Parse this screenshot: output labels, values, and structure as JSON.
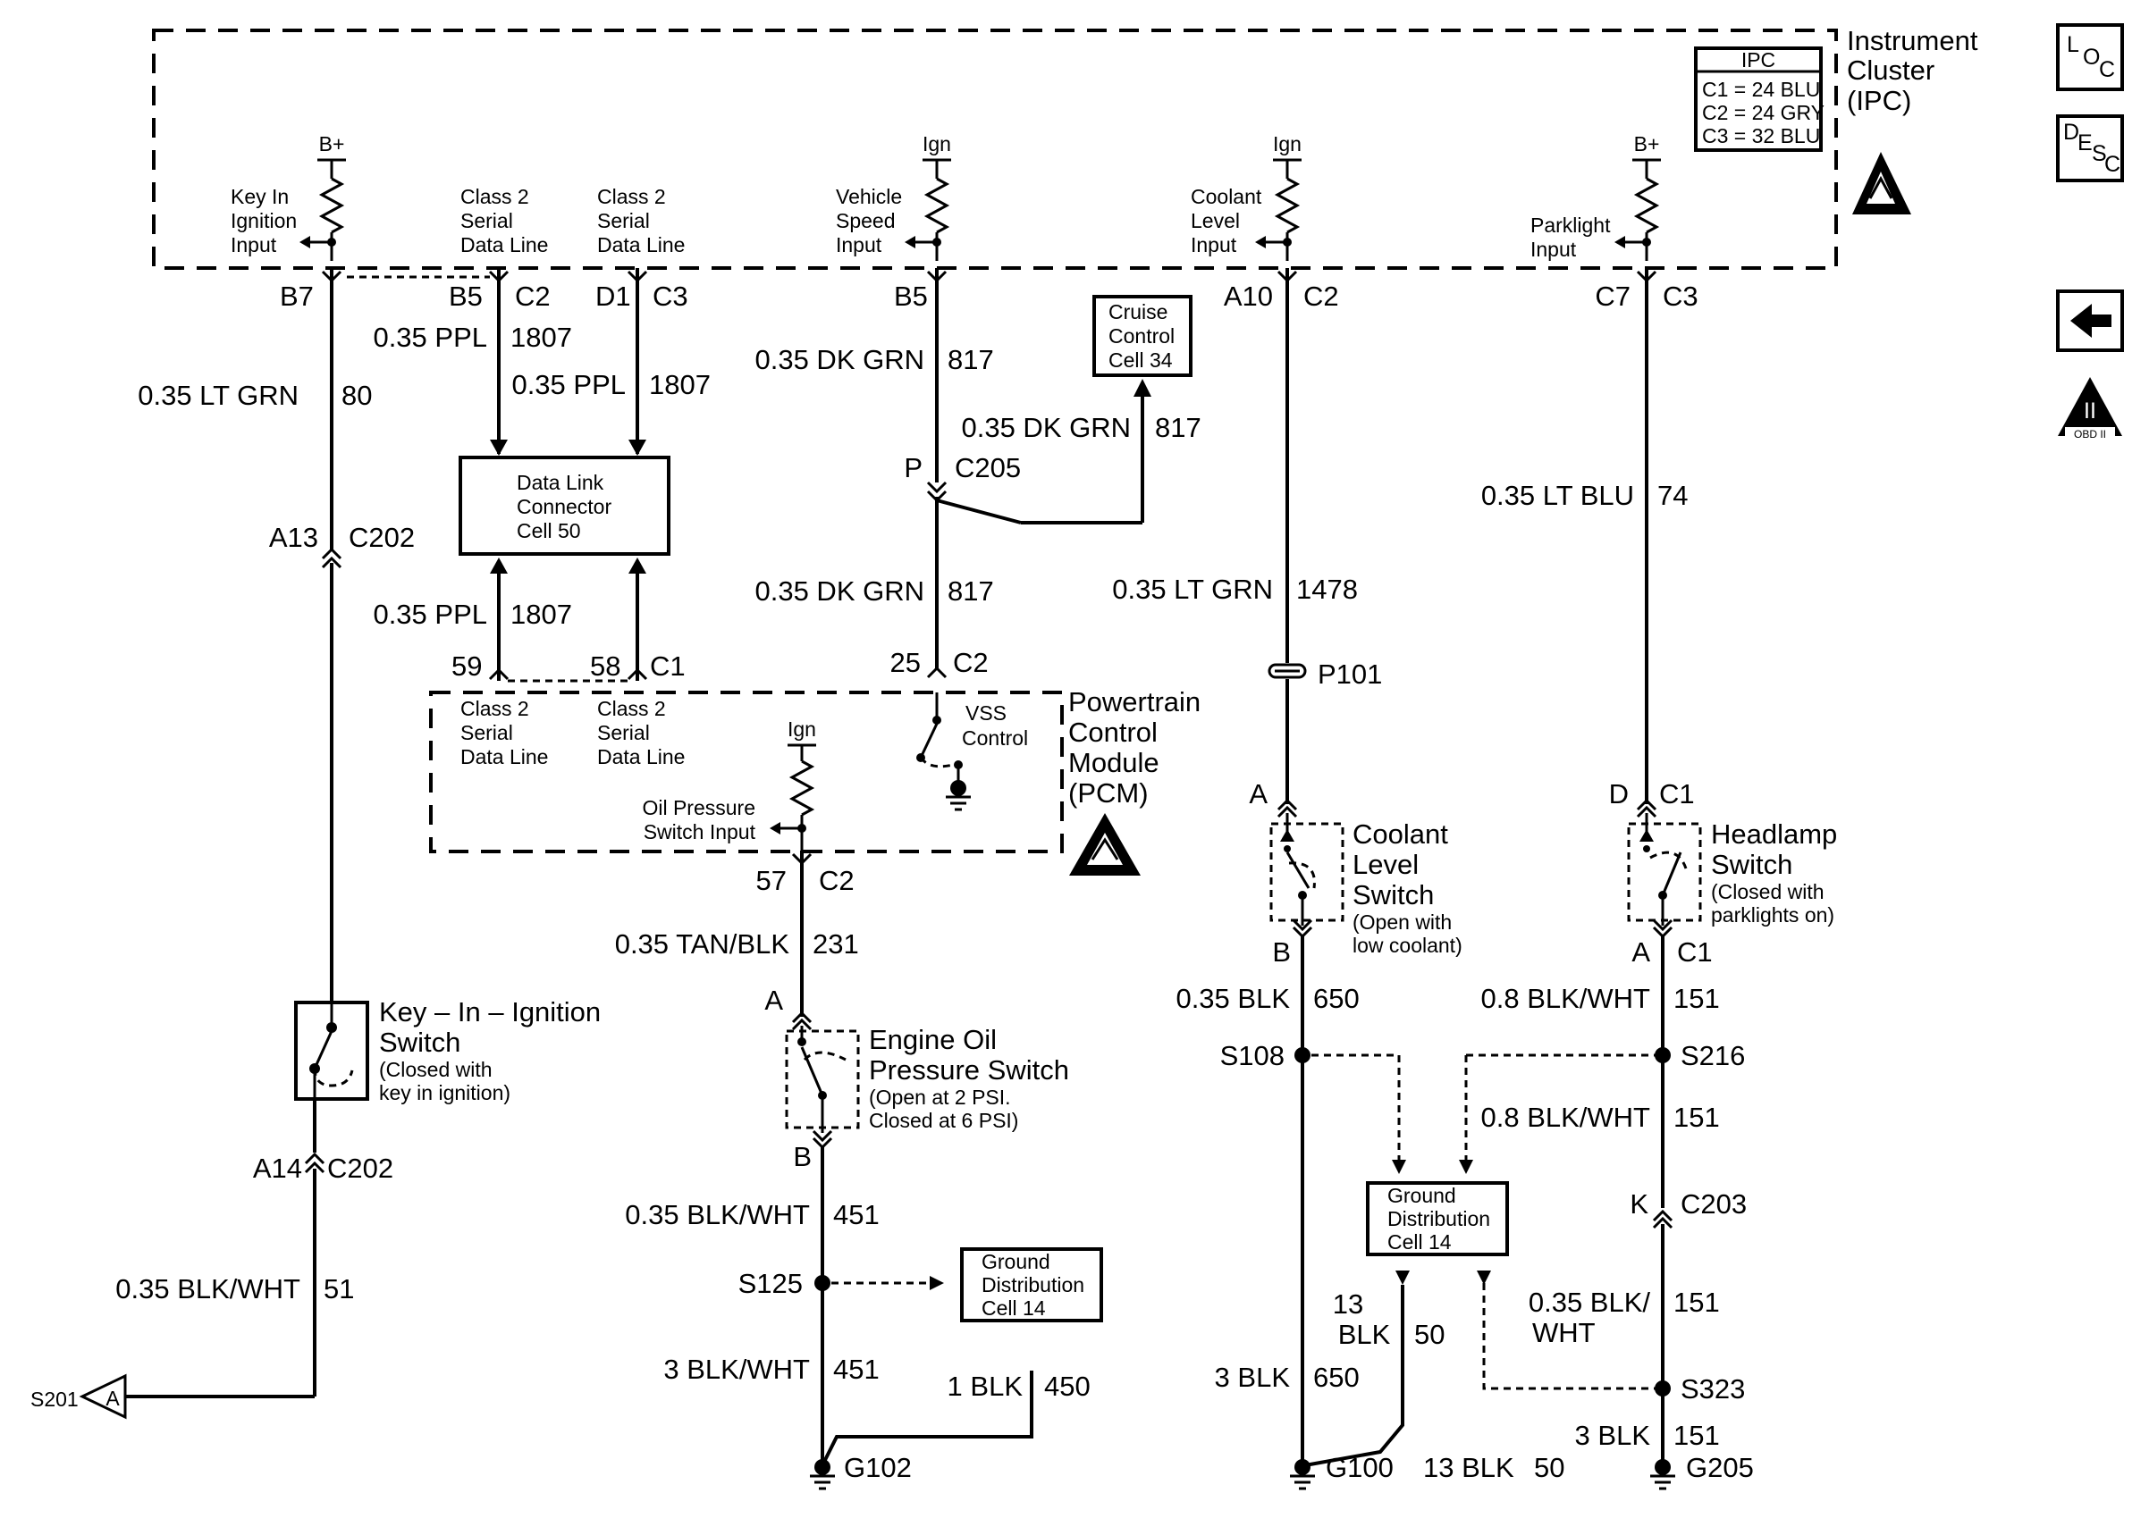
{
  "ipc": {
    "title_lines": [
      "Instrument",
      "Cluster",
      "(IPC)"
    ],
    "legend_title": "IPC",
    "legend": [
      "C1 = 24 BLU",
      "C2 = 24 GRY",
      "C3 = 32 BLU"
    ],
    "key_in_input": [
      "Key In",
      "Ignition",
      "Input"
    ],
    "class2_a": [
      "Class 2",
      "Serial",
      "Data Line"
    ],
    "class2_b": [
      "Class 2",
      "Serial",
      "Data Line"
    ],
    "vss_input": [
      "Vehicle",
      "Speed",
      "Input"
    ],
    "coolant_input": [
      "Coolant",
      "Level",
      "Input"
    ],
    "parklight_input": [
      "Parklight",
      "Input"
    ],
    "supply_bplus": "B+",
    "supply_ign": "Ign"
  },
  "side_icons": {
    "loc_l": "L",
    "loc_o": "O",
    "loc_c": "C",
    "desc_d": "D",
    "desc_e": "E",
    "desc_s": "S",
    "desc_c": "C",
    "obd_label": "OBD II",
    "obd_numeral": "II"
  },
  "pins": {
    "b7": "B7",
    "b5_c2": [
      "B5",
      "C2"
    ],
    "d1_c3": [
      "D1",
      "C3"
    ],
    "b5": "B5",
    "a10_c2": [
      "A10",
      "C2"
    ],
    "c7_c3": [
      "C7",
      "C3"
    ],
    "a13_c202": [
      "A13",
      "C202"
    ],
    "a14_c202": [
      "A14",
      "C202"
    ],
    "p_c205": [
      "P",
      "C205"
    ],
    "pcm_59": "59",
    "pcm_58_c1": [
      "58",
      "C1"
    ],
    "pcm_25_c2": [
      "25",
      "C2"
    ],
    "pcm_57_c2": [
      "57",
      "C2"
    ],
    "eop_a": "A",
    "eop_b": "B",
    "cls_a": "A",
    "cls_b": "B",
    "hs_d_c1": [
      "D",
      "C1"
    ],
    "hs_a_c1": [
      "A",
      "C1"
    ],
    "k_c203": [
      "K",
      "C203"
    ],
    "p101": "P101"
  },
  "wires": {
    "w80": [
      "0.35 LT GRN",
      "80"
    ],
    "w1807_a": [
      "0.35 PPL",
      "1807"
    ],
    "w1807_b": [
      "0.35 PPL",
      "1807"
    ],
    "w1807_c": [
      "0.35 PPL",
      "1807"
    ],
    "w817_a": [
      "0.35 DK GRN",
      "817"
    ],
    "w817_b": [
      "0.35 DK GRN",
      "817"
    ],
    "w817_c": [
      "0.35 DK GRN",
      "817"
    ],
    "w1478": [
      "0.35 LT GRN",
      "1478"
    ],
    "w74": [
      "0.35 LT BLU",
      "74"
    ],
    "w51": [
      "0.35 BLK/WHT",
      "51"
    ],
    "w231": [
      "0.35 TAN/BLK",
      "231"
    ],
    "w451_a": [
      "0.35 BLK/WHT",
      "451"
    ],
    "w451_b": [
      "3 BLK/WHT",
      "451"
    ],
    "w450": [
      "1 BLK",
      "450"
    ],
    "w650_a": [
      "0.35 BLK",
      "650"
    ],
    "w650_b": [
      "3 BLK",
      "650"
    ],
    "w50_a": [
      "13",
      "BLK",
      "50"
    ],
    "w50_b": [
      "13 BLK",
      "50"
    ],
    "w151_a": [
      "0.8 BLK/WHT",
      "151"
    ],
    "w151_b": [
      "0.8 BLK/WHT",
      "151"
    ],
    "w151_c": [
      "0.35 BLK/",
      "WHT",
      "151"
    ],
    "w151_d": [
      "3 BLK",
      "151"
    ]
  },
  "components": {
    "dlc": [
      "Data Link",
      "Connector",
      "Cell 50"
    ],
    "cruise": [
      "Cruise",
      "Control",
      "Cell 34"
    ],
    "pcm_title": [
      "Powertrain",
      "Control",
      "Module",
      "(PCM)"
    ],
    "pcm_class2_a": [
      "Class 2",
      "Serial",
      "Data Line"
    ],
    "pcm_class2_b": [
      "Class 2",
      "Serial",
      "Data Line"
    ],
    "pcm_vss": [
      "VSS",
      "Control"
    ],
    "pcm_oil": [
      "Oil Pressure",
      "Switch Input"
    ],
    "pcm_ign": "Ign",
    "key_switch": [
      "Key – In – Ignition",
      "Switch",
      "(Closed with",
      "key in ignition)"
    ],
    "eop_switch": [
      "Engine Oil",
      "Pressure Switch",
      "(Open at 2 PSI.",
      "Closed at 6 PSI)"
    ],
    "coolant_switch": [
      "Coolant",
      "Level",
      "Switch",
      "(Open with",
      "low coolant)"
    ],
    "headlamp_switch": [
      "Headlamp",
      "Switch",
      "(Closed with",
      "parklights on)"
    ],
    "gnd_dist_a": [
      "Ground",
      "Distribution",
      "Cell 14"
    ],
    "gnd_dist_b": [
      "Ground",
      "Distribution",
      "Cell 14"
    ]
  },
  "splices": {
    "s201": "S201",
    "s201_letter": "A",
    "s125": "S125",
    "s108": "S108",
    "s216": "S216",
    "s323": "S323"
  },
  "grounds": {
    "g102": "G102",
    "g100": "G100",
    "g205": "G205"
  }
}
